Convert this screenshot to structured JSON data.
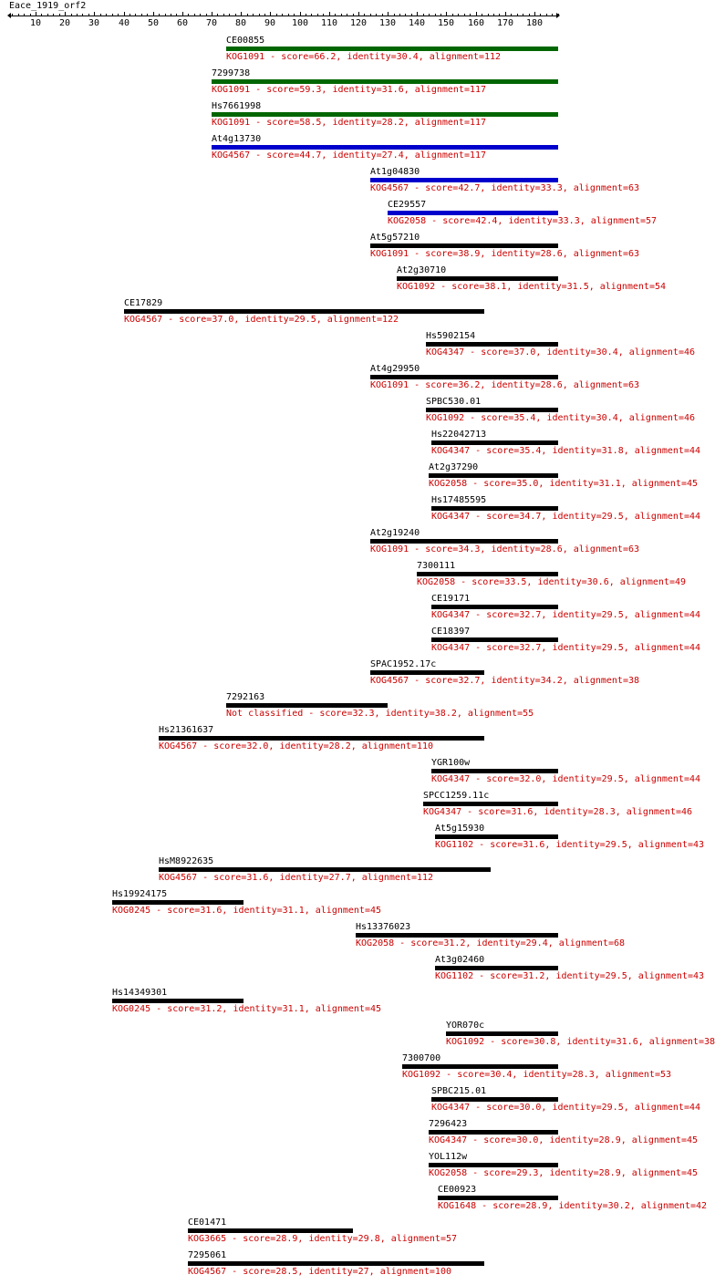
{
  "query": {
    "name": "Eace_1919_orf2",
    "length": 188
  },
  "axis": {
    "ticks": [
      10,
      20,
      30,
      40,
      50,
      60,
      70,
      80,
      90,
      100,
      110,
      120,
      130,
      140,
      150,
      160,
      170,
      180
    ]
  },
  "colors": {
    "high": "#006600",
    "medium": "#0000cc",
    "low": "#000000",
    "desc": "#cc0000"
  },
  "hits": [
    {
      "name": "CE00855",
      "start": 75,
      "end": 188,
      "color": "#006600",
      "desc": "KOG1091 - score=66.2, identity=30.4, alignment=112"
    },
    {
      "name": "7299738",
      "start": 70,
      "end": 188,
      "color": "#006600",
      "desc": "KOG1091 - score=59.3, identity=31.6, alignment=117"
    },
    {
      "name": "Hs7661998",
      "start": 70,
      "end": 188,
      "color": "#006600",
      "desc": "KOG1091 - score=58.5, identity=28.2, alignment=117"
    },
    {
      "name": "At4g13730",
      "start": 70,
      "end": 188,
      "color": "#0000cc",
      "desc": "KOG4567 - score=44.7, identity=27.4, alignment=117"
    },
    {
      "name": "At1g04830",
      "start": 124,
      "end": 188,
      "color": "#0000cc",
      "desc": "KOG4567 - score=42.7, identity=33.3, alignment=63"
    },
    {
      "name": "CE29557",
      "start": 130,
      "end": 188,
      "color": "#0000cc",
      "desc": "KOG2058 - score=42.4, identity=33.3, alignment=57"
    },
    {
      "name": "At5g57210",
      "start": 124,
      "end": 188,
      "color": "#000000",
      "desc": "KOG1091 - score=38.9, identity=28.6, alignment=63"
    },
    {
      "name": "At2g30710",
      "start": 133,
      "end": 188,
      "color": "#000000",
      "desc": "KOG1092 - score=38.1, identity=31.5, alignment=54"
    },
    {
      "name": "CE17829",
      "start": 40,
      "end": 163,
      "color": "#000000",
      "desc": "KOG4567 - score=37.0, identity=29.5, alignment=122"
    },
    {
      "name": "Hs5902154",
      "start": 143,
      "end": 188,
      "color": "#000000",
      "desc": "KOG4347 - score=37.0, identity=30.4, alignment=46"
    },
    {
      "name": "At4g29950",
      "start": 124,
      "end": 188,
      "color": "#000000",
      "desc": "KOG1091 - score=36.2, identity=28.6, alignment=63"
    },
    {
      "name": "SPBC530.01",
      "start": 143,
      "end": 188,
      "color": "#000000",
      "desc": "KOG1092 - score=35.4, identity=30.4, alignment=46"
    },
    {
      "name": "Hs22042713",
      "start": 145,
      "end": 188,
      "color": "#000000",
      "desc": "KOG4347 - score=35.4, identity=31.8, alignment=44"
    },
    {
      "name": "At2g37290",
      "start": 144,
      "end": 188,
      "color": "#000000",
      "desc": "KOG2058 - score=35.0, identity=31.1, alignment=45"
    },
    {
      "name": "Hs17485595",
      "start": 145,
      "end": 188,
      "color": "#000000",
      "desc": "KOG4347 - score=34.7, identity=29.5, alignment=44"
    },
    {
      "name": "At2g19240",
      "start": 124,
      "end": 188,
      "color": "#000000",
      "desc": "KOG1091 - score=34.3, identity=28.6, alignment=63"
    },
    {
      "name": "7300111",
      "start": 140,
      "end": 188,
      "color": "#000000",
      "desc": "KOG2058 - score=33.5, identity=30.6, alignment=49"
    },
    {
      "name": "CE19171",
      "start": 145,
      "end": 188,
      "color": "#000000",
      "desc": "KOG4347 - score=32.7, identity=29.5, alignment=44"
    },
    {
      "name": "CE18397",
      "start": 145,
      "end": 188,
      "color": "#000000",
      "desc": "KOG4347 - score=32.7, identity=29.5, alignment=44"
    },
    {
      "name": "SPAC1952.17c",
      "start": 124,
      "end": 163,
      "color": "#000000",
      "desc": "KOG4567 - score=32.7, identity=34.2, alignment=38"
    },
    {
      "name": "7292163",
      "start": 75,
      "end": 130,
      "color": "#000000",
      "desc": "Not classified - score=32.3, identity=38.2, alignment=55"
    },
    {
      "name": "Hs21361637",
      "start": 52,
      "end": 163,
      "color": "#000000",
      "desc": "KOG4567 - score=32.0, identity=28.2, alignment=110"
    },
    {
      "name": "YGR100w",
      "start": 145,
      "end": 188,
      "color": "#000000",
      "desc": "KOG4347 - score=32.0, identity=29.5, alignment=44"
    },
    {
      "name": "SPCC1259.11c",
      "start": 142,
      "end": 188,
      "color": "#000000",
      "desc": "KOG4347 - score=31.6, identity=28.3, alignment=46"
    },
    {
      "name": "At5g15930",
      "start": 146,
      "end": 188,
      "color": "#000000",
      "desc": "KOG1102 - score=31.6, identity=29.5, alignment=43"
    },
    {
      "name": "HsM8922635",
      "start": 52,
      "end": 165,
      "color": "#000000",
      "desc": "KOG4567 - score=31.6, identity=27.7, alignment=112"
    },
    {
      "name": "Hs19924175",
      "start": 36,
      "end": 81,
      "color": "#000000",
      "desc": "KOG0245 - score=31.6, identity=31.1, alignment=45"
    },
    {
      "name": "Hs13376023",
      "start": 119,
      "end": 188,
      "color": "#000000",
      "desc": "KOG2058 - score=31.2, identity=29.4, alignment=68"
    },
    {
      "name": "At3g02460",
      "start": 146,
      "end": 188,
      "color": "#000000",
      "desc": "KOG1102 - score=31.2, identity=29.5, alignment=43"
    },
    {
      "name": "Hs14349301",
      "start": 36,
      "end": 81,
      "color": "#000000",
      "desc": "KOG0245 - score=31.2, identity=31.1, alignment=45"
    },
    {
      "name": "YOR070c",
      "start": 150,
      "end": 188,
      "color": "#000000",
      "desc": "KOG1092 - score=30.8, identity=31.6, alignment=38"
    },
    {
      "name": "7300700",
      "start": 135,
      "end": 188,
      "color": "#000000",
      "desc": "KOG1092 - score=30.4, identity=28.3, alignment=53"
    },
    {
      "name": "SPBC215.01",
      "start": 145,
      "end": 188,
      "color": "#000000",
      "desc": "KOG4347 - score=30.0, identity=29.5, alignment=44"
    },
    {
      "name": "7296423",
      "start": 144,
      "end": 188,
      "color": "#000000",
      "desc": "KOG4347 - score=30.0, identity=28.9, alignment=45"
    },
    {
      "name": "YOL112w",
      "start": 144,
      "end": 188,
      "color": "#000000",
      "desc": "KOG2058 - score=29.3, identity=28.9, alignment=45"
    },
    {
      "name": "CE00923",
      "start": 147,
      "end": 188,
      "color": "#000000",
      "desc": "KOG1648 - score=28.9, identity=30.2, alignment=42"
    },
    {
      "name": "CE01471",
      "start": 62,
      "end": 118,
      "color": "#000000",
      "desc": "KOG3665 - score=28.9, identity=29.8, alignment=57"
    },
    {
      "name": "7295061",
      "start": 62,
      "end": 163,
      "color": "#000000",
      "desc": "KOG4567 - score=28.5, identity=27, alignment=100"
    }
  ]
}
